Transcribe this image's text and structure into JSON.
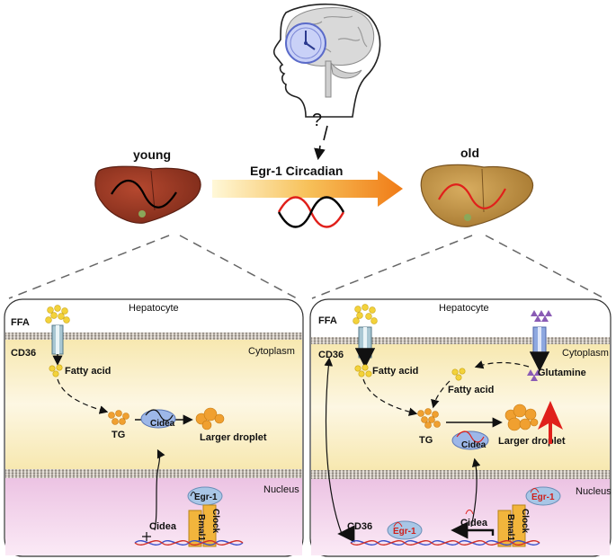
{
  "top": {
    "question_mark": "?",
    "young_label": "young",
    "old_label": "old",
    "arrow_label": "Egr-1 Circadian"
  },
  "left_cell": {
    "hepatocyte": "Hepatocyte",
    "cytoplasm": "Cytoplasm",
    "nucleus": "Nucleus",
    "ffa": "FFA",
    "cd36": "CD36",
    "fatty_acid": "Fatty acid",
    "tg": "TG",
    "cidea_protein": "Cidea",
    "larger_droplet": "Larger droplet",
    "egr1": "Egr-1",
    "cidea_gene": "Cidea",
    "clock": "Clock",
    "bmal1": "Bmal1"
  },
  "right_cell": {
    "hepatocyte": "Hepatocyte",
    "cytoplasm": "Cytoplasm",
    "nucleus": "Nucleus",
    "ffa": "FFA",
    "cd36": "CD36",
    "fatty_acid_1": "Fatty acid",
    "fatty_acid_2": "Fatty acid",
    "glutamine": "Glutamine",
    "tg": "TG",
    "cidea_protein": "Cidea",
    "larger_droplet": "Larger droplet",
    "egr1_nucleus": "Egr-1",
    "egr1_dna": "Egr-1",
    "cd36_gene": "CD36",
    "cidea_gene": "Cidea",
    "clock": "Clock",
    "bmal1": "Bmal1"
  },
  "colors": {
    "cytoplasm": "#fbf2d4",
    "nucleus": "#f5d6ec",
    "young_liver": "#9e3b26",
    "old_liver": "#c89a4e",
    "accent_red": "#e0201b",
    "arrow_orange": "#f07b16",
    "fat_droplet": "#f0a030",
    "fatty_acid": "#f3d23a",
    "channel": "#a9c7d3"
  }
}
